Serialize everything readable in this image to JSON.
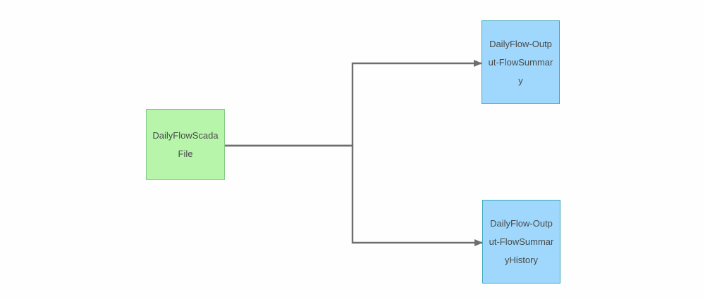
{
  "colors": {
    "source_fill": "#b6f5aa",
    "target_fill": "#9fd8fc",
    "connector": "#6e6e6e"
  },
  "nodes": [
    {
      "id": "source",
      "label": "DailyFlowScadaFile"
    },
    {
      "id": "target-1",
      "label": "DailyFlow-Output-FlowSummary"
    },
    {
      "id": "target-2",
      "label": "DailyFlow-Output-FlowSummaryHistory"
    }
  ],
  "edges": [
    {
      "from": "source",
      "to": "target-1"
    },
    {
      "from": "source",
      "to": "target-2"
    }
  ]
}
